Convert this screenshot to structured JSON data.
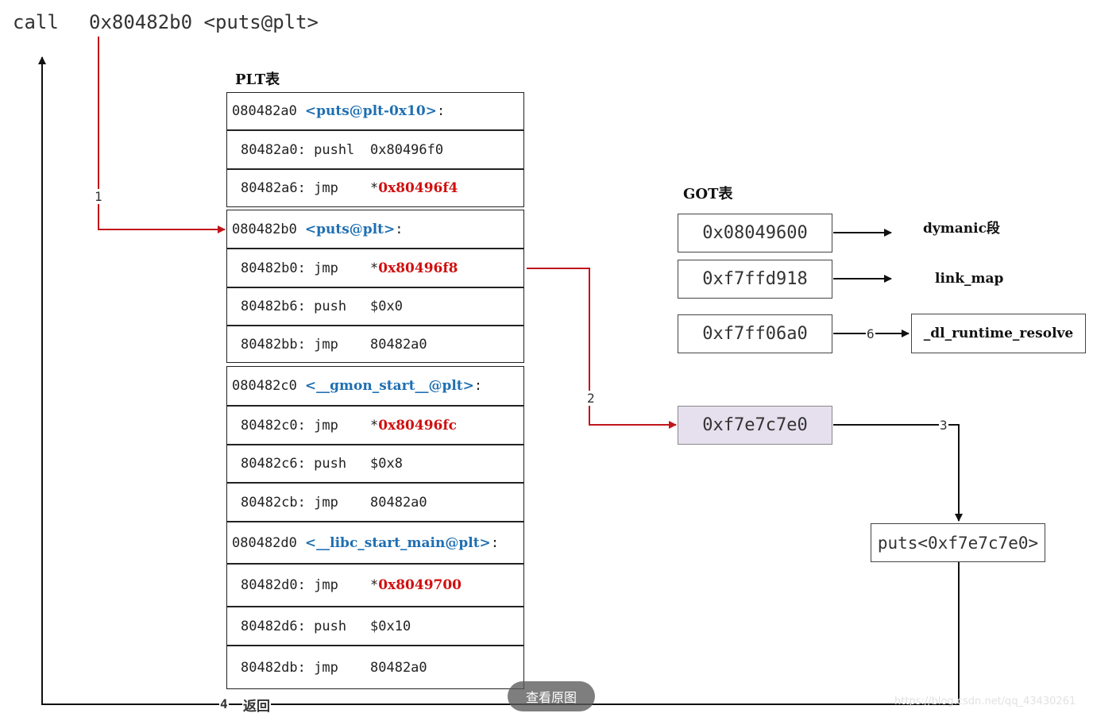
{
  "call": {
    "mnemonic": "call",
    "operand": "0x80482b0 <puts@plt>"
  },
  "plt": {
    "title": "PLT表",
    "rows": [
      {
        "kind": "h",
        "addr": "080482a0",
        "label": "<puts@plt-0x10>",
        "suffix": ":"
      },
      {
        "kind": "i",
        "instr": "80482a0: pushl",
        "operand": "0x80496f0",
        "star": "",
        "highlight": false
      },
      {
        "kind": "i",
        "instr": "80482a6: jmp",
        "operand": "0x80496f4",
        "star": "*",
        "highlight": true
      },
      {
        "kind": "h",
        "addr": "080482b0",
        "label": "<puts@plt>",
        "suffix": ":"
      },
      {
        "kind": "i",
        "instr": "80482b0: jmp",
        "operand": "0x80496f8",
        "star": "*",
        "highlight": true
      },
      {
        "kind": "i",
        "instr": "80482b6: push",
        "operand": "$0x0",
        "star": "",
        "highlight": false
      },
      {
        "kind": "i",
        "instr": "80482bb: jmp",
        "operand": "80482a0",
        "star": "",
        "highlight": false
      },
      {
        "kind": "h",
        "addr": "080482c0",
        "label": "<__gmon_start__@plt>",
        "suffix": ":"
      },
      {
        "kind": "i",
        "instr": "80482c0: jmp",
        "operand": "0x80496fc",
        "star": "*",
        "highlight": true
      },
      {
        "kind": "i",
        "instr": "80482c6: push",
        "operand": "$0x8",
        "star": "",
        "highlight": false
      },
      {
        "kind": "i",
        "instr": "80482cb: jmp",
        "operand": "80482a0",
        "star": "",
        "highlight": false
      },
      {
        "kind": "h",
        "addr": "080482d0",
        "label": "<__libc_start_main@plt>",
        "suffix": ":"
      },
      {
        "kind": "i",
        "instr": "80482d0: jmp",
        "operand": "0x8049700",
        "star": "*",
        "highlight": true
      },
      {
        "kind": "i",
        "instr": "80482d6: push",
        "operand": "$0x10",
        "star": "",
        "highlight": false
      },
      {
        "kind": "i",
        "instr": "80482db: jmp",
        "operand": "80482a0",
        "star": "",
        "highlight": false
      }
    ]
  },
  "got": {
    "title": "GOT表",
    "entries": [
      {
        "value": "0x08049600",
        "target": "dymanic段"
      },
      {
        "value": "0xf7ffd918",
        "target": "link_map"
      },
      {
        "value": "0xf7ff06a0",
        "target": "_dl_runtime_resolve"
      }
    ],
    "resolved": "0xf7e7c7e0"
  },
  "puts_box": "puts<0xf7e7c7e0>",
  "steps": {
    "s1": "1",
    "s2": "2",
    "s3": "3",
    "s4": "4",
    "s6": "6"
  },
  "return_label": "返回",
  "view_original_button": "查看原图",
  "watermark": "https://blog.csdn.net/qq_43430261",
  "colors": {
    "red_arrow": "#c0161b",
    "label_blue": "#1f6fb2",
    "highlight_red": "#d01010",
    "resolved_fill": "#e6e0ee"
  }
}
